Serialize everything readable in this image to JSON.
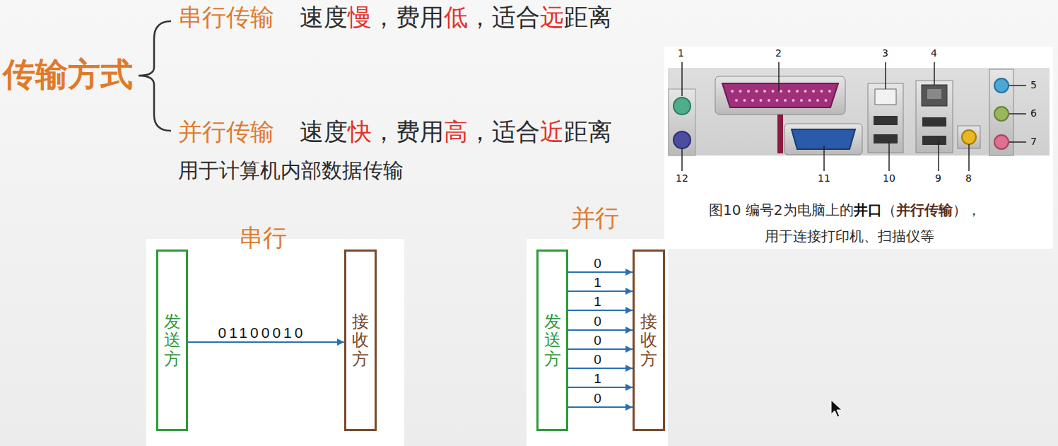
{
  "diagram": {
    "title": "传输方式",
    "nodes": [
      {
        "text": [
          "发送方"
        ]
      },
      {
        "text": [
          "接收方"
        ]
      },
      {
        "text": [
          "发送方"
        ]
      },
      {
        "text": [
          "接收方"
        ]
      }
    ],
    "edges": [
      {
        "from": 0,
        "to": 1,
        "arrow": "to",
        "label": "01100010"
      },
      {
        "from": 2,
        "to": 3,
        "arrow": "to",
        "label": "0"
      },
      {
        "from": 2,
        "to": 3,
        "arrow": "to",
        "label": "1"
      },
      {
        "from": 2,
        "to": 3,
        "arrow": "to",
        "label": "1"
      },
      {
        "from": 2,
        "to": 3,
        "arrow": "to",
        "label": "0"
      },
      {
        "from": 2,
        "to": 3,
        "arrow": "to",
        "label": "0"
      },
      {
        "from": 2,
        "to": 3,
        "arrow": "to",
        "label": "0"
      },
      {
        "from": 2,
        "to": 3,
        "arrow": "to",
        "label": "1"
      },
      {
        "from": 2,
        "to": 3,
        "arrow": "to",
        "label": "0"
      }
    ],
    "labels": [
      "串行传输",
      "速度",
      "慢",
      "，费用",
      "低",
      "，适合",
      "远",
      "距离",
      "并行传输",
      "速度",
      "快",
      "，费用",
      "高",
      "，适合",
      "近",
      "距离",
      "用于计算机内部数据传输",
      "串行",
      "并行",
      "1",
      "2",
      "3",
      "4",
      "5",
      "6",
      "7",
      "8",
      "9",
      "10",
      "11",
      "12",
      "图10 编号2为电脑上的",
      "井口",
      "（",
      "并行传输",
      "），",
      "用于连接打印机、扫描仪等"
    ]
  }
}
